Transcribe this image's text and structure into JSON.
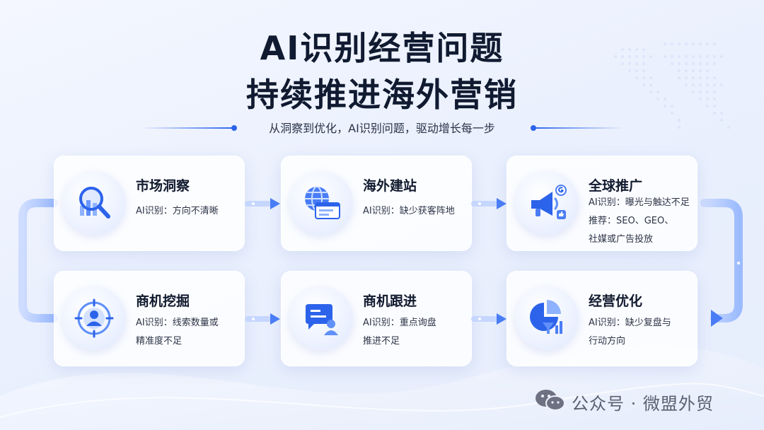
{
  "header": {
    "title_line1": "AI识别经营问题",
    "title_line2": "持续推进海外营销",
    "subtitle": "从洞察到优化，AI识别问题，驱动增长每一步"
  },
  "steps": [
    {
      "title": "市场洞察",
      "desc": [
        "AI识别：方向不清晰"
      ],
      "icon": "magnifier-chart-icon"
    },
    {
      "title": "海外建站",
      "desc": [
        "AI识别：缺少获客阵地"
      ],
      "icon": "globe-website-icon"
    },
    {
      "title": "全球推广",
      "desc": [
        "AI识别：曝光与触达不足",
        "推荐：SEO、GEO、",
        "社媒或广告投放"
      ],
      "icon": "megaphone-icon"
    },
    {
      "title": "商机挖掘",
      "desc": [
        "AI识别：线索数量或",
        "精准度不足"
      ],
      "icon": "target-user-icon"
    },
    {
      "title": "商机跟进",
      "desc": [
        "AI识别：重点询盘",
        "推进不足"
      ],
      "icon": "chat-user-icon"
    },
    {
      "title": "经营优化",
      "desc": [
        "AI识别：缺少复盘与",
        "行动方向"
      ],
      "icon": "pie-chart-icon"
    }
  ],
  "watermark": {
    "text": "公众号 · 微盟外贸",
    "icon": "wechat-icon"
  },
  "colors": {
    "accent": "#2c63eb",
    "accent_light": "#8fb2ff",
    "title": "#101a30",
    "text": "#2d3447"
  }
}
